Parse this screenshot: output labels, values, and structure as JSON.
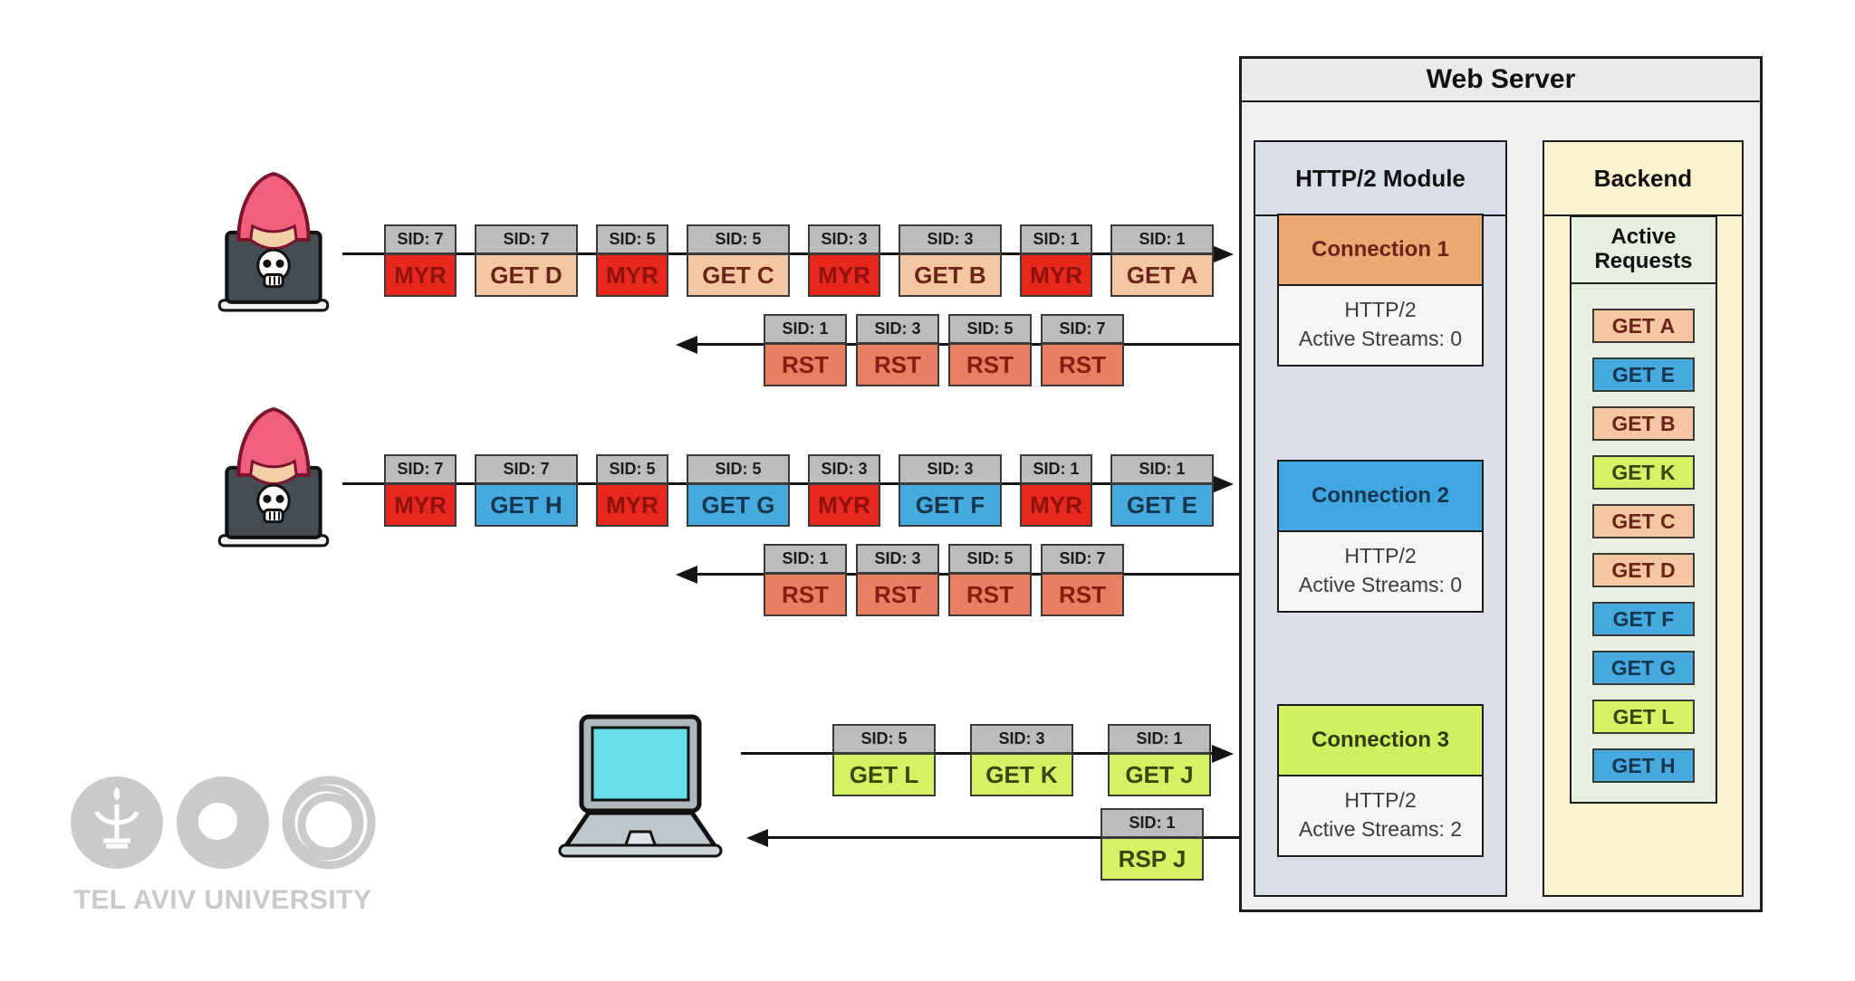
{
  "web_server": {
    "title": "Web Server",
    "module": {
      "title": "HTTP/2 Module",
      "connections": [
        {
          "name": "Connection 1",
          "color": "#eba873",
          "protocol": "HTTP/2",
          "streams": "Active Streams: 0"
        },
        {
          "name": "Connection 2",
          "color": "#41a7e0",
          "protocol": "HTTP/2",
          "streams": "Active Streams: 0"
        },
        {
          "name": "Connection 3",
          "color": "#cff060",
          "protocol": "HTTP/2",
          "streams": "Active Streams: 2"
        }
      ]
    },
    "backend": {
      "title": "Backend",
      "requests_title": "Active Requests",
      "requests": [
        {
          "label": "GET A",
          "type": "get-peach"
        },
        {
          "label": "GET E",
          "type": "get-blue"
        },
        {
          "label": "GET B",
          "type": "get-peach"
        },
        {
          "label": "GET K",
          "type": "get-green"
        },
        {
          "label": "GET C",
          "type": "get-peach"
        },
        {
          "label": "GET D",
          "type": "get-peach"
        },
        {
          "label": "GET F",
          "type": "get-blue"
        },
        {
          "label": "GET G",
          "type": "get-blue"
        },
        {
          "label": "GET L",
          "type": "get-green"
        },
        {
          "label": "GET H",
          "type": "get-blue"
        }
      ]
    }
  },
  "attacker1": {
    "request_packets": [
      {
        "sid": "SID: 7",
        "label": "MYR",
        "type": "myr"
      },
      {
        "sid": "SID: 7",
        "label": "GET D",
        "type": "get-peach"
      },
      {
        "sid": "SID: 5",
        "label": "MYR",
        "type": "myr"
      },
      {
        "sid": "SID: 5",
        "label": "GET C",
        "type": "get-peach"
      },
      {
        "sid": "SID: 3",
        "label": "MYR",
        "type": "myr"
      },
      {
        "sid": "SID: 3",
        "label": "GET B",
        "type": "get-peach"
      },
      {
        "sid": "SID: 1",
        "label": "MYR",
        "type": "myr"
      },
      {
        "sid": "SID: 1",
        "label": "GET A",
        "type": "get-peach"
      }
    ],
    "reset_packets": [
      {
        "sid": "SID: 1",
        "label": "RST",
        "type": "rst"
      },
      {
        "sid": "SID: 3",
        "label": "RST",
        "type": "rst"
      },
      {
        "sid": "SID: 5",
        "label": "RST",
        "type": "rst"
      },
      {
        "sid": "SID: 7",
        "label": "RST",
        "type": "rst"
      }
    ]
  },
  "attacker2": {
    "request_packets": [
      {
        "sid": "SID: 7",
        "label": "MYR",
        "type": "myr"
      },
      {
        "sid": "SID: 7",
        "label": "GET H",
        "type": "get-blue"
      },
      {
        "sid": "SID: 5",
        "label": "MYR",
        "type": "myr"
      },
      {
        "sid": "SID: 5",
        "label": "GET G",
        "type": "get-blue"
      },
      {
        "sid": "SID: 3",
        "label": "MYR",
        "type": "myr"
      },
      {
        "sid": "SID: 3",
        "label": "GET F",
        "type": "get-blue"
      },
      {
        "sid": "SID: 1",
        "label": "MYR",
        "type": "myr"
      },
      {
        "sid": "SID: 1",
        "label": "GET E",
        "type": "get-blue"
      }
    ],
    "reset_packets": [
      {
        "sid": "SID: 1",
        "label": "RST",
        "type": "rst"
      },
      {
        "sid": "SID: 3",
        "label": "RST",
        "type": "rst"
      },
      {
        "sid": "SID: 5",
        "label": "RST",
        "type": "rst"
      },
      {
        "sid": "SID: 7",
        "label": "RST",
        "type": "rst"
      }
    ]
  },
  "client": {
    "request_packets": [
      {
        "sid": "SID: 5",
        "label": "GET L",
        "type": "get-green"
      },
      {
        "sid": "SID: 3",
        "label": "GET K",
        "type": "get-green"
      },
      {
        "sid": "SID: 1",
        "label": "GET J",
        "type": "get-green"
      }
    ],
    "response_packets": [
      {
        "sid": "SID: 1",
        "label": "RSP J",
        "type": "get-green"
      }
    ]
  },
  "logo": {
    "caption": "TEL AVIV UNIVERSITY"
  }
}
